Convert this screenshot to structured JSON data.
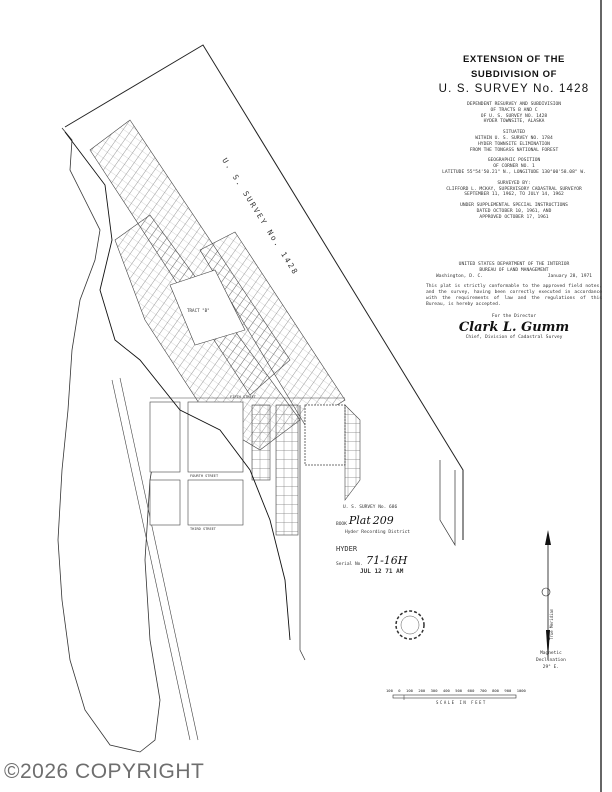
{
  "title_block": {
    "line1": "EXTENSION OF THE",
    "line2": "SUBDIVISION OF",
    "line3": "U. S. SURVEY No. 1428",
    "desc": [
      "DEPENDENT RESURVEY AND SUBDIVISION",
      "OF TRACTS B AND C",
      "OF U. S. SURVEY NO. 1428",
      "HYDER TOWNSITE, ALASKA"
    ],
    "situated": [
      "SITUATED",
      "WITHIN U. S. SURVEY NO. 1784",
      "HYDER TOWNSITE ELIMINATION",
      "FROM THE TONGASS NATIONAL FOREST"
    ],
    "position": [
      "GEOGRAPHIC POSITION",
      "OF CORNER NO. 1",
      "LATITUDE 55°54'50.21\" N., LONGITUDE 130°00'58.08\" W."
    ],
    "surveyed": [
      "SURVEYED BY:",
      "CLIFFORD L. MCKAY, SUPERVISORY CADASTRAL SURVEYOR",
      "SEPTEMBER 11, 1962, TO JULY 14, 1962"
    ],
    "instructions": [
      "UNDER SUPPLEMENTAL SPECIAL INSTRUCTIONS",
      "DATED OCTOBER 10, 1961, AND",
      "APPROVED OCTOBER 17, 1961"
    ]
  },
  "certificate": {
    "dept": "UNITED STATES DEPARTMENT OF THE INTERIOR",
    "bureau": "BUREAU OF LAND MANAGEMENT",
    "place": "Washington, D. C.",
    "date": "January 28, 1971",
    "body": "This plat is strictly conformable to the approved field notes, and the survey, having been correctly executed in accordance with the requirements of law and the regulations of this Bureau, is hereby accepted.",
    "for": "For the Director",
    "signature": "Clark L. Gumm",
    "chief": "Chief, Division of Cadastral Survey"
  },
  "map": {
    "survey_label": "U. S. SURVEY No. 1428",
    "tract_b": "TRACT \"B\"",
    "streets": [
      "FIFTH STREET",
      "FOURTH STREET",
      "THIRD STREET"
    ],
    "adjoining": "U. S. SURVEY No. 686"
  },
  "stamps": {
    "survey": "U. S. SURVEY No. 686",
    "book_label": "BOOK",
    "book_hand": "Plat",
    "page_hand": "209",
    "district": "Hyder Recording District",
    "place": "HYDER",
    "serial_label": "Serial No.",
    "serial": "71-16H",
    "date_stamp": "JUL 12 71 AM"
  },
  "north_arrow": {
    "meridian": "True Meridian",
    "declination": [
      "Magnetic",
      "Declination",
      "29° E."
    ]
  },
  "scale": {
    "ticks": [
      "100",
      "0",
      "100",
      "200",
      "300",
      "400",
      "500",
      "600",
      "700",
      "800",
      "900",
      "1000"
    ],
    "label": "SCALE IN FEET"
  },
  "watermark": "©2026 COPYRIGHT"
}
